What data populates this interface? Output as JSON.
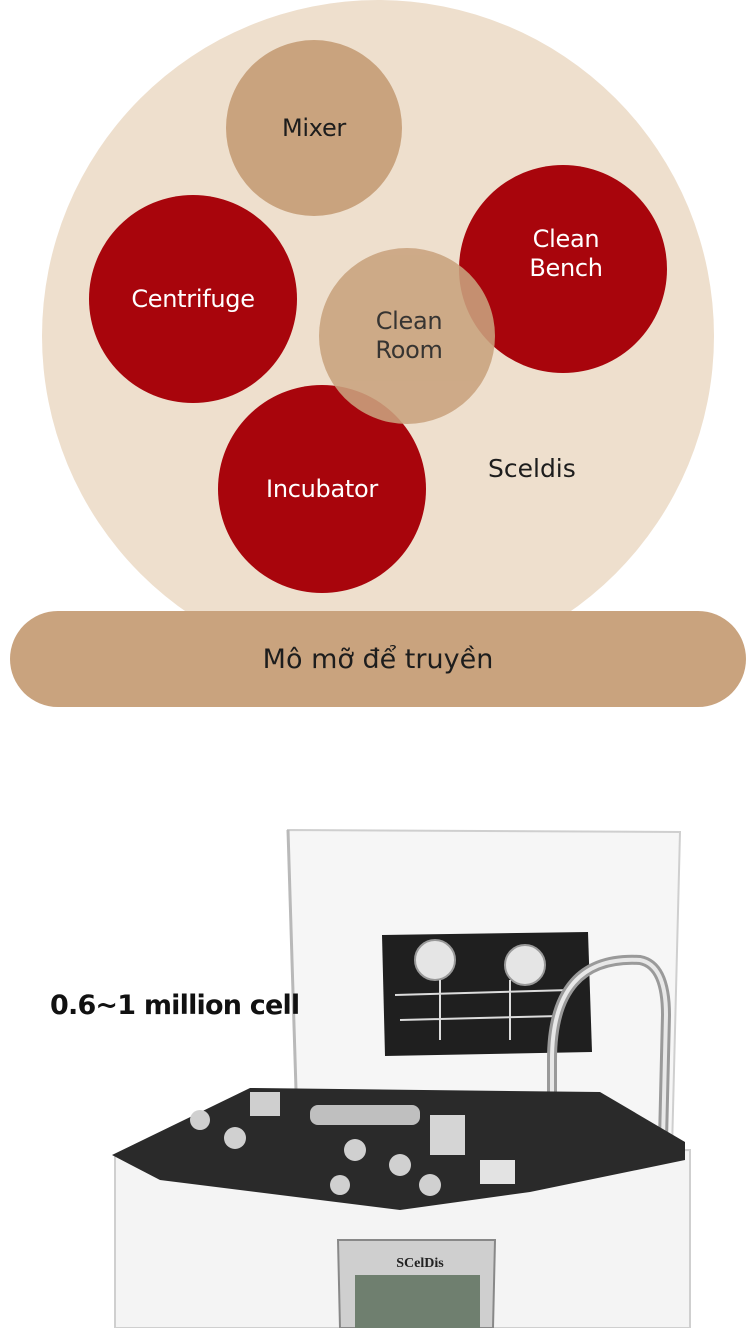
{
  "diagram": {
    "nodes": {
      "mixer": "Mixer",
      "centrifuge": "Centrifuge",
      "clean_bench": "Clean\nBench",
      "clean_room": "Clean\nRoom",
      "incubator": "Incubator"
    },
    "system_label": "Sceldis",
    "base_label": "Mô mỡ để truyền"
  },
  "device": {
    "capacity_caption": "0.6~1 million cell",
    "screen_brand": "SCelDis"
  },
  "colors": {
    "background_circle": "#eedfcd",
    "red": "#a8050c",
    "tan": "#c9a37e"
  }
}
